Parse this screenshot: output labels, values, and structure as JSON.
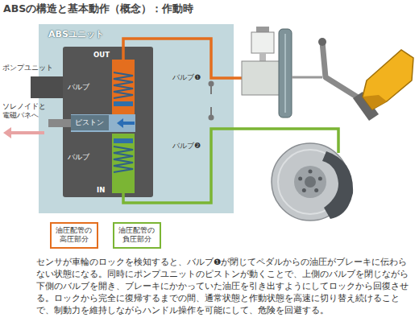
{
  "diagram": {
    "title": "ABSの構造と基本動作（概念）：作動時",
    "caption": "センサが車輪のロックを検知すると、バルブ❶が閉じてペダルからの油圧がブレーキに伝わらない状態になる。同時にポンプユニットのピストンが動くことで、上側のバルブを閉じながら下側のバルブを開き、ブレーキにかかっていた油圧を引き出すようにしてロックから回復させる。ロックから完全に復帰するまでの間、通常状態と作動状態を高速に切り替え続けることで、制動力を維持しながらハンドル操作を可能にして、危険を回避する。",
    "nodes": [
      {
        "text": [
          "ABSユニット"
        ]
      },
      {
        "text": [
          "ピストン"
        ],
        "in": 0
      }
    ],
    "labels": [
      "ポンプユニット",
      "ソレノイドと電磁バネへ",
      "バルブ",
      "OUT",
      "バルブ❶",
      "バルブ❷",
      "バルブ",
      "IN"
    ],
    "legend": [
      {
        "text": "油圧配管の高圧部分",
        "color": "#e46e1e"
      },
      {
        "text": "油圧配管の負圧部分",
        "color": "#7bb534"
      }
    ]
  }
}
